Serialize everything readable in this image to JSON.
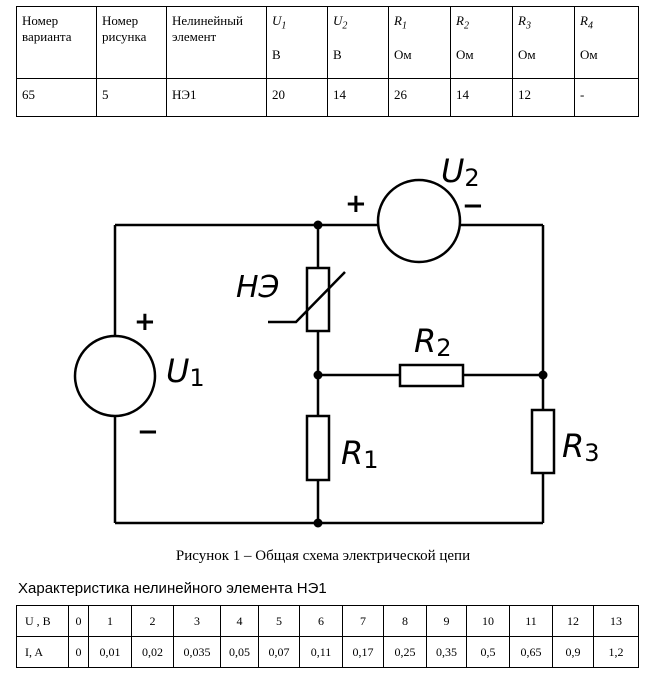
{
  "params_table": {
    "headers": [
      {
        "text": "Номер варианта"
      },
      {
        "text": "Номер рисунка"
      },
      {
        "text": "Нелинейный элемент"
      },
      {
        "sym": "U",
        "sub": "1",
        "unit": "В"
      },
      {
        "sym": "U",
        "sub": "2",
        "unit": "В"
      },
      {
        "sym": "R",
        "sub": "1",
        "unit": "Ом"
      },
      {
        "sym": "R",
        "sub": "2",
        "unit": "Ом"
      },
      {
        "sym": "R",
        "sub": "3",
        "unit": "Ом"
      },
      {
        "sym": "R",
        "sub": "4",
        "unit": "Ом"
      }
    ],
    "values": [
      "65",
      "5",
      "НЭ1",
      "20",
      "14",
      "26",
      "14",
      "12",
      "-"
    ]
  },
  "circuit": {
    "u1_letter": "U",
    "u1_sub": "1",
    "u2_letter": "U",
    "u2_sub": "2",
    "ne_label": "НЭ",
    "r1_letter": "R",
    "r1_sub": "1",
    "r2_letter": "R",
    "r2_sub": "2",
    "r3_letter": "R",
    "r3_sub": "3",
    "plus": "+",
    "minus": "−"
  },
  "caption": "Рисунок 1 – Общая схема электрической цепи",
  "char_title": "Характеристика нелинейного элемента НЭ1",
  "char_table": {
    "row_u_label": "U , B",
    "row_i_label": "I, A",
    "u": [
      "0",
      "1",
      "2",
      "3",
      "4",
      "5",
      "6",
      "7",
      "8",
      "9",
      "10",
      "11",
      "12",
      "13"
    ],
    "i": [
      "0",
      "0,01",
      "0,02",
      "0,035",
      "0,05",
      "0,07",
      "0,11",
      "0,17",
      "0,25",
      "0,35",
      "0,5",
      "0,65",
      "0,9",
      "1,2"
    ]
  }
}
